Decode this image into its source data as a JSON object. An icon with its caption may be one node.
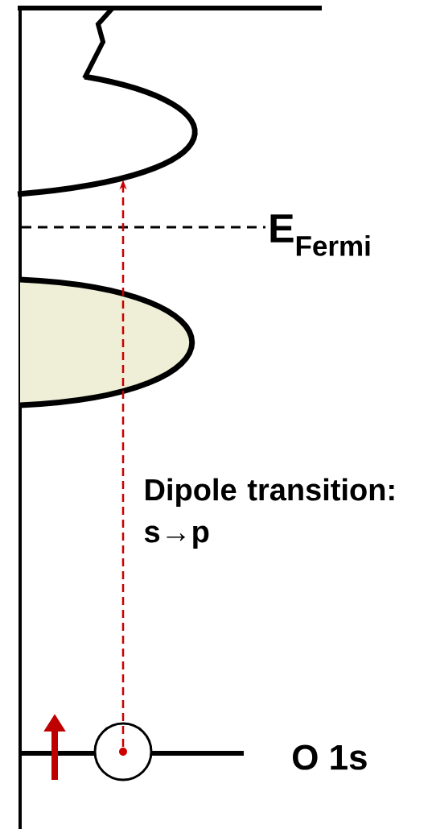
{
  "diagram": {
    "nodes": [
      {
        "text": [],
        "shape": "band"
      },
      {
        "text": [],
        "shape": "circle"
      }
    ],
    "edges": [
      {
        "from": 1,
        "to": 0,
        "arrow": "to",
        "style": "dashed",
        "color": "#cc0000",
        "label": "Dipole transition: s→p"
      }
    ],
    "labels": [
      "E$_{Fermi}$",
      "O 1s"
    ]
  }
}
